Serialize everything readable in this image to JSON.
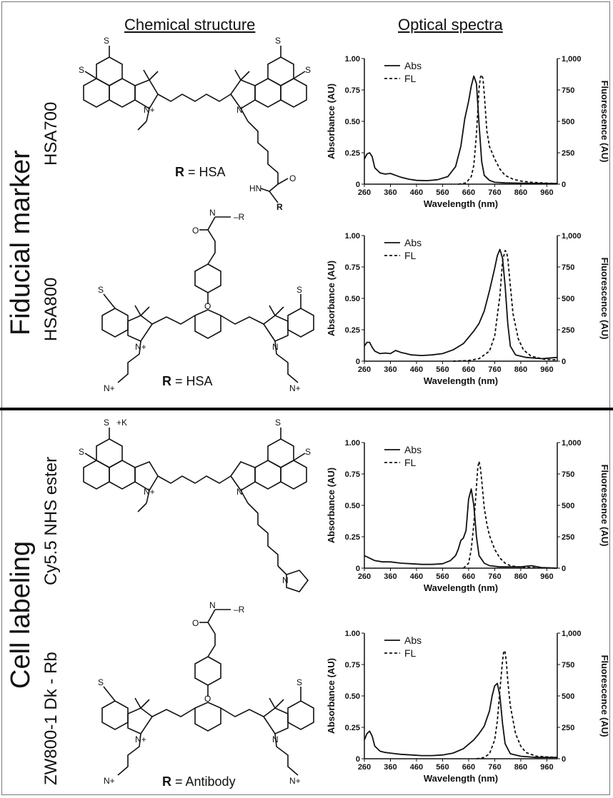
{
  "headers": {
    "chemical_structure": "Chemical structure",
    "optical_spectra": "Optical spectra"
  },
  "sections": {
    "fiducial": "Fiducial marker",
    "cell": "Cell labeling"
  },
  "dyes": [
    "HSA700",
    "HSA800",
    "Cy5.5 NHS ester",
    "ZW800-1 Dk - Rb"
  ],
  "r_labels": [
    {
      "bold": "R",
      "rest": " = HSA"
    },
    {
      "bold": "R",
      "rest": " = HSA"
    },
    {
      "bold": "R",
      "rest": " = Antibody"
    }
  ],
  "chem_labels": {
    "so3": "S",
    "oxygen": "O",
    "nitrogen": "N",
    "hn": "HN",
    "r": "R",
    "r_bold": "R",
    "k": "+K",
    "nplus": "N+",
    "dash_r": "–R"
  },
  "chart_data": [
    {
      "type": "line",
      "xlabel": "Wavelength (nm)",
      "ylabel": "Absorbance (AU)",
      "y2label": "Fluorescence (AU)",
      "xlim": [
        260,
        1000
      ],
      "ylim": [
        0,
        1.0
      ],
      "y2lim": [
        0,
        1000
      ],
      "xticks": [
        260,
        360,
        460,
        560,
        660,
        760,
        860,
        960
      ],
      "yticks": [
        "0",
        "0.25",
        "0.50",
        "0.75",
        "1.00"
      ],
      "y2ticks": [
        "0",
        "250",
        "500",
        "750",
        "1,000"
      ],
      "legend": [
        "Abs",
        "FL"
      ],
      "series": [
        {
          "name": "Abs",
          "x": [
            260,
            270,
            280,
            290,
            300,
            320,
            340,
            360,
            380,
            400,
            430,
            460,
            500,
            540,
            580,
            610,
            630,
            645,
            660,
            670,
            680,
            690,
            700,
            710,
            720,
            740,
            760,
            800,
            860,
            920,
            1000
          ],
          "y": [
            0.2,
            0.24,
            0.25,
            0.22,
            0.13,
            0.09,
            0.08,
            0.085,
            0.07,
            0.055,
            0.04,
            0.03,
            0.028,
            0.035,
            0.06,
            0.14,
            0.3,
            0.52,
            0.66,
            0.78,
            0.86,
            0.8,
            0.48,
            0.18,
            0.07,
            0.03,
            0.015,
            0.01,
            0.008,
            0.006,
            0.005
          ]
        },
        {
          "name": "FL",
          "x": [
            620,
            650,
            670,
            680,
            690,
            700,
            705,
            710,
            715,
            720,
            730,
            740,
            760,
            780,
            800,
            830,
            860,
            900,
            960,
            1000
          ],
          "y": [
            0,
            10,
            60,
            150,
            400,
            760,
            850,
            870,
            840,
            720,
            420,
            300,
            200,
            120,
            70,
            40,
            25,
            15,
            8,
            5
          ]
        }
      ]
    },
    {
      "type": "line",
      "xlabel": "Wavelength (nm)",
      "ylabel": "Absorbance (AU)",
      "y2label": "Fluorescence (AU)",
      "xlim": [
        260,
        1000
      ],
      "ylim": [
        0,
        1.0
      ],
      "y2lim": [
        0,
        1000
      ],
      "xticks": [
        260,
        360,
        460,
        560,
        660,
        760,
        860,
        960
      ],
      "yticks": [
        "0",
        "0.25",
        "0.50",
        "0.75",
        "1.00"
      ],
      "y2ticks": [
        "0",
        "250",
        "500",
        "750",
        "1,000"
      ],
      "legend": [
        "Abs",
        "FL"
      ],
      "series": [
        {
          "name": "Abs",
          "x": [
            260,
            270,
            280,
            290,
            300,
            320,
            340,
            360,
            380,
            400,
            420,
            440,
            480,
            520,
            560,
            600,
            640,
            680,
            700,
            720,
            740,
            760,
            770,
            780,
            790,
            800,
            810,
            820,
            840,
            880,
            940,
            1000
          ],
          "y": [
            0.12,
            0.15,
            0.15,
            0.11,
            0.08,
            0.06,
            0.065,
            0.06,
            0.085,
            0.07,
            0.06,
            0.05,
            0.045,
            0.05,
            0.06,
            0.09,
            0.14,
            0.24,
            0.3,
            0.4,
            0.56,
            0.74,
            0.84,
            0.89,
            0.82,
            0.6,
            0.3,
            0.12,
            0.05,
            0.03,
            0.02,
            0.03
          ]
        },
        {
          "name": "FL",
          "x": [
            600,
            660,
            700,
            740,
            760,
            780,
            790,
            800,
            805,
            810,
            820,
            830,
            850,
            870,
            900,
            950,
            1000
          ],
          "y": [
            0,
            5,
            20,
            80,
            200,
            520,
            800,
            880,
            870,
            820,
            600,
            380,
            180,
            90,
            40,
            15,
            10
          ]
        }
      ]
    },
    {
      "type": "line",
      "xlabel": "Wavelength (nm)",
      "ylabel": "Absorbance (AU)",
      "y2label": "Fluorescence (AU)",
      "xlim": [
        260,
        1000
      ],
      "ylim": [
        0,
        1.0
      ],
      "y2lim": [
        0,
        1000
      ],
      "xticks": [
        260,
        360,
        460,
        560,
        660,
        760,
        860,
        960
      ],
      "yticks": [
        "0",
        "0.25",
        "0.50",
        "0.75",
        "1.00"
      ],
      "y2ticks": [
        "0",
        "250",
        "500",
        "750",
        "1,000"
      ],
      "legend": [
        "Abs",
        "FL"
      ],
      "series": [
        {
          "name": "Abs",
          "x": [
            260,
            280,
            300,
            330,
            360,
            400,
            440,
            480,
            520,
            560,
            590,
            610,
            620,
            630,
            640,
            650,
            660,
            670,
            680,
            690,
            700,
            720,
            740,
            780,
            820,
            860,
            900,
            940,
            1000
          ],
          "y": [
            0.1,
            0.08,
            0.06,
            0.05,
            0.05,
            0.04,
            0.035,
            0.03,
            0.03,
            0.035,
            0.06,
            0.1,
            0.15,
            0.22,
            0.24,
            0.3,
            0.55,
            0.63,
            0.5,
            0.25,
            0.1,
            0.04,
            0.02,
            0.01,
            0.01,
            0.01,
            0.02,
            0.005,
            0
          ]
        },
        {
          "name": "FL",
          "x": [
            640,
            660,
            670,
            680,
            690,
            695,
            700,
            705,
            710,
            720,
            730,
            740,
            760,
            780,
            800,
            820,
            850,
            900,
            1000
          ],
          "y": [
            0,
            40,
            150,
            350,
            650,
            800,
            850,
            800,
            700,
            480,
            350,
            260,
            150,
            80,
            40,
            20,
            10,
            5,
            0
          ]
        }
      ]
    },
    {
      "type": "line",
      "xlabel": "Wavelength (nm)",
      "ylabel": "Absorbance (AU)",
      "y2label": "Fluorescence (AU)",
      "xlim": [
        260,
        1000
      ],
      "ylim": [
        0,
        1.0
      ],
      "y2lim": [
        0,
        1000
      ],
      "xticks": [
        260,
        360,
        460,
        560,
        660,
        760,
        860,
        960
      ],
      "yticks": [
        "0",
        "0.25",
        "0.50",
        "0.75",
        "1.00"
      ],
      "y2ticks": [
        "0",
        "250",
        "500",
        "750",
        "1,000"
      ],
      "legend": [
        "Abs",
        "FL"
      ],
      "series": [
        {
          "name": "Abs",
          "x": [
            260,
            270,
            280,
            290,
            300,
            320,
            340,
            360,
            380,
            400,
            440,
            480,
            520,
            560,
            600,
            640,
            680,
            700,
            720,
            740,
            750,
            760,
            770,
            780,
            790,
            800,
            820,
            860,
            920,
            1000
          ],
          "y": [
            0.15,
            0.2,
            0.22,
            0.18,
            0.1,
            0.06,
            0.05,
            0.045,
            0.04,
            0.035,
            0.03,
            0.025,
            0.025,
            0.03,
            0.045,
            0.08,
            0.15,
            0.2,
            0.26,
            0.38,
            0.5,
            0.58,
            0.6,
            0.5,
            0.28,
            0.12,
            0.04,
            0.02,
            0.01,
            0.01
          ]
        },
        {
          "name": "FL",
          "x": [
            690,
            720,
            740,
            760,
            770,
            780,
            790,
            795,
            800,
            805,
            810,
            820,
            840,
            860,
            880,
            920,
            1000
          ],
          "y": [
            0,
            10,
            40,
            150,
            300,
            550,
            780,
            860,
            850,
            760,
            620,
            420,
            200,
            100,
            50,
            20,
            10
          ]
        }
      ]
    }
  ]
}
